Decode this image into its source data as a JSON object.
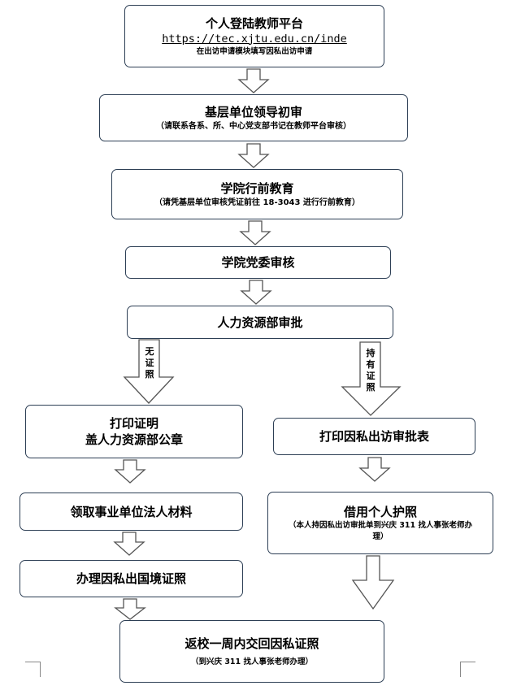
{
  "boxes": {
    "login": {
      "title": "个人登陆教师平台",
      "url": "https://tec.xjtu.edu.cn/inde",
      "note": "在出访申请模块填写因私出访申请"
    },
    "leader": {
      "title": "基层单位领导初审",
      "note": "（请联系各系、所、中心党支部书记在教师平台审核）"
    },
    "education": {
      "title": "学院行前教育",
      "note": "（请凭基层单位审核凭证前往 18-3043 进行行前教育）"
    },
    "party": {
      "title": "学院党委审核"
    },
    "hr": {
      "title": "人力资源部审批"
    },
    "print_cert": {
      "line1": "打印证明",
      "line2": "盖人力资源部公章"
    },
    "print_form": {
      "title": "打印因私出访审批表"
    },
    "legal_materials": {
      "title": "领取事业单位法人材料"
    },
    "borrow_passport": {
      "title": "借用个人护照",
      "note": "（本人持因私出访审批单到兴庆 311 找人事张老师办理）"
    },
    "apply_cert": {
      "title": "办理因私出国境证照"
    },
    "return": {
      "title": "返校一周内交回因私证照",
      "note": "（到兴庆 311 找人事张老师办理）"
    }
  },
  "branches": {
    "no_cert": "无证照",
    "has_cert": "持有证照"
  },
  "colors": {
    "border": "#2d3f55",
    "arrow_stroke": "#555555",
    "arrow_fill": "#ffffff"
  }
}
